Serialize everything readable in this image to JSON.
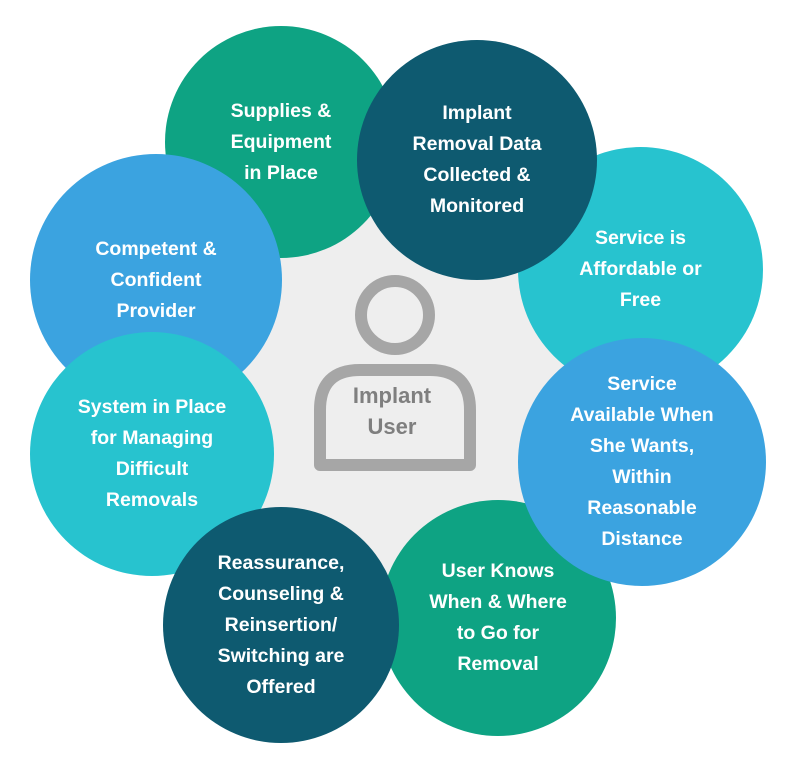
{
  "center": {
    "label": "Implant\nUser",
    "icon": "person-outline-icon",
    "icon_color": "#a6a6a6",
    "background_color": "#eeeeee"
  },
  "nodes": [
    {
      "key": "supplies",
      "label": "Supplies &\nEquipment\nin Place",
      "color": "#0ea383"
    },
    {
      "key": "provider",
      "label": "Competent &\nConfident\nProvider",
      "color": "#3ba3e0"
    },
    {
      "key": "difficult-removals",
      "label": "System in Place\nfor Managing\nDifficult\nRemovals",
      "color": "#27c3cf"
    },
    {
      "key": "reassurance",
      "label": "Reassurance,\nCounseling &\nReinsertion/\nSwitching are\nOffered",
      "color": "#0e5a70"
    },
    {
      "key": "user-knows",
      "label": "User Knows\nWhen & Where\nto Go for\nRemoval",
      "color": "#0ea383"
    },
    {
      "key": "availability",
      "label": "Service\nAvailable When\nShe Wants,\nWithin\nReasonable\nDistance",
      "color": "#3ba3e0"
    },
    {
      "key": "affordable",
      "label": "Service is\nAffordable or\nFree",
      "color": "#27c3cf"
    },
    {
      "key": "data",
      "label": "Implant\nRemoval Data\nCollected &\nMonitored",
      "color": "#0e5a70"
    }
  ]
}
